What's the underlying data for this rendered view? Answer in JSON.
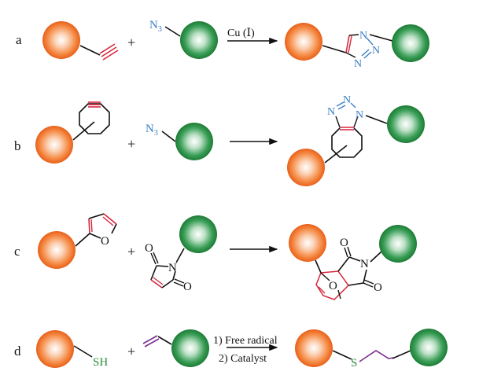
{
  "colors": {
    "orange": "#f26a1b",
    "green": "#1f8a3c",
    "red_bond": "#d7263d",
    "blue_atom": "#3b7fc4",
    "purple_bond": "#7b2d8e",
    "sulfur_green": "#2e8b3a",
    "black": "#111111"
  },
  "reactions": [
    {
      "label": "a",
      "reagent_1_group": "terminal alkyne",
      "plus": "+",
      "reagent_2_group": "N3",
      "reagent_2_label": "N",
      "reagent_2_sub": "3",
      "condition": "Cu (Ⅰ)",
      "product_atoms": [
        "N",
        "N",
        "N"
      ],
      "product_type": "1,2,3-triazole"
    },
    {
      "label": "b",
      "reagent_1_group": "cyclooctyne",
      "plus": "+",
      "reagent_2_label": "N",
      "reagent_2_sub": "3",
      "condition": "",
      "product_atoms": [
        "N",
        "N",
        "N"
      ],
      "product_type": "fused triazole-cyclooctene"
    },
    {
      "label": "c",
      "reagent_1_group": "furan",
      "reagent_1_atom": "O",
      "plus": "+",
      "reagent_2_group": "maleimide",
      "reagent_2_atoms": [
        "O",
        "N",
        "O"
      ],
      "condition": "",
      "product_atoms": [
        "O",
        "N",
        "O",
        "O"
      ],
      "product_type": "Diels-Alder oxanorbornene adduct"
    },
    {
      "label": "d",
      "reagent_1_group": "SH",
      "plus": "+",
      "reagent_2_group": "alkene",
      "condition_1": "1) Free radical",
      "condition_2": "2) Catalyst",
      "product_atom": "S",
      "product_type": "thioether"
    }
  ]
}
